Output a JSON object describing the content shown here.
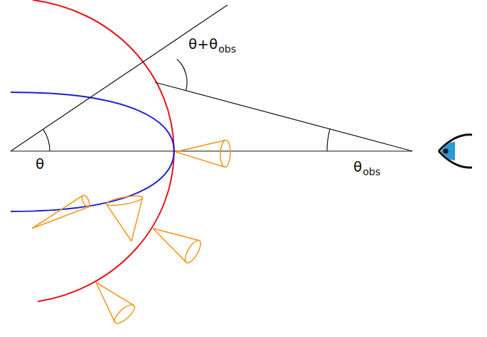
{
  "diagram": {
    "labels": [
      "θ+θ",
      "obs",
      "θ",
      "θ",
      "obs"
    ]
  }
}
